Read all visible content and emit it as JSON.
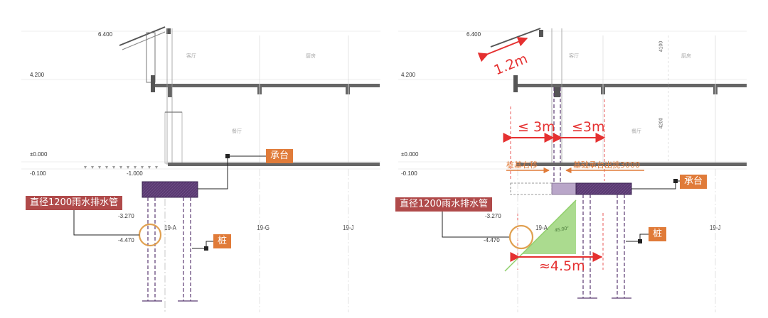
{
  "left_panel": {
    "elevations": [
      "6.400",
      "4.200",
      "±0.000",
      "-0.100",
      "-1.000",
      "-3.270",
      "-4.470"
    ],
    "axes": [
      "19-A",
      "19-G",
      "19-J"
    ],
    "labels": {
      "pile_cap": "承台",
      "drain_pipe": "直径1200雨水排水管",
      "pile": "桩"
    },
    "room_labels": [
      "客厅",
      "厨房",
      "餐厅"
    ]
  },
  "right_panel": {
    "elevations": [
      "6.400",
      "4.200",
      "±0.000",
      "-0.100",
      "-3.270",
      "-4.470"
    ],
    "axes": [
      "19-A",
      "19-J"
    ],
    "dims": {
      "cantilever": "1.2m",
      "left_limit": "≤ 3m",
      "right_limit": "≤3m",
      "depth": "≈4.5m",
      "angle": "45.00°",
      "height1": "4100",
      "height2": "4200"
    },
    "labels": {
      "pile_shift": "桩基右移",
      "cap_overhang": "基础承台出挑3000",
      "pile_cap": "承台",
      "drain_pipe": "直径1200雨水排水管",
      "pile": "桩"
    },
    "room_labels": [
      "客厅",
      "厨房",
      "餐厅"
    ]
  },
  "colors": {
    "structure": "#555555",
    "cap": "#5a3a72",
    "pile": "#5a3a72",
    "pipe": "#e0a050",
    "red": "#e53030",
    "orange": "#e07b39",
    "maroon": "#b04a4a",
    "green": "#8fcf6a"
  }
}
